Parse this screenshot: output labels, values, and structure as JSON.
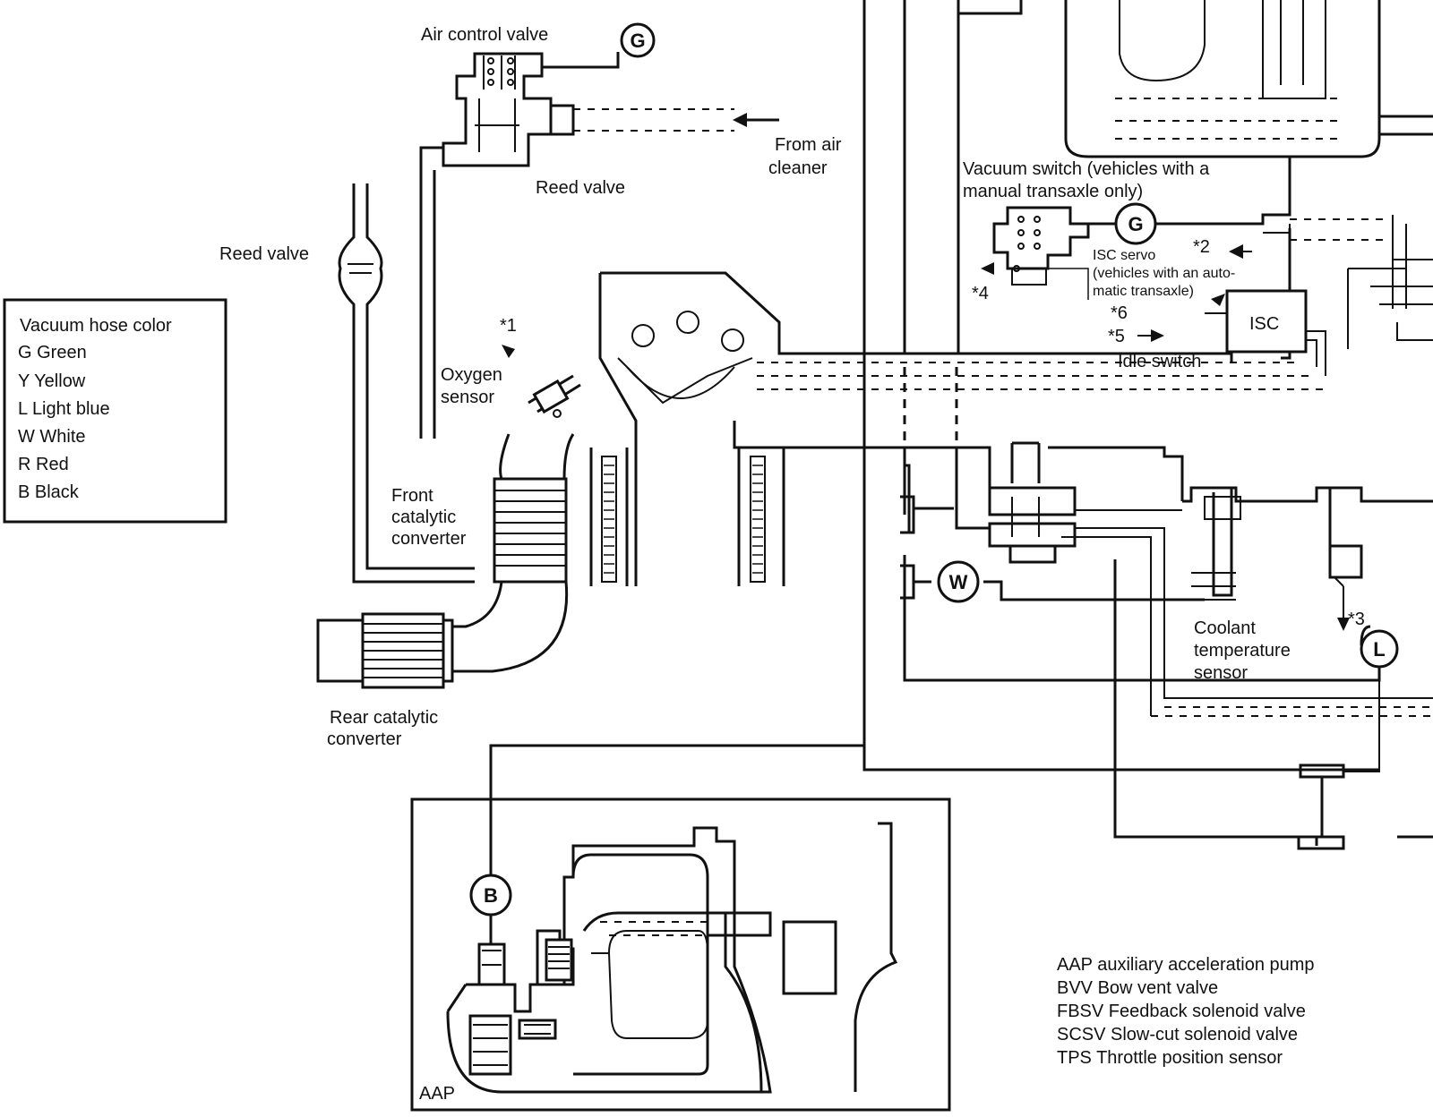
{
  "labels": {
    "air_control_valve": "Air control valve",
    "reed_valve_top": "Reed valve",
    "reed_valve_left": "Reed valve",
    "from_air_cleaner_1": "From air",
    "from_air_cleaner_2": "cleaner",
    "oxygen_sensor_1": "Oxygen",
    "oxygen_sensor_2": "sensor",
    "front_cat_1": "Front",
    "front_cat_2": "catalytic",
    "front_cat_3": "converter",
    "rear_cat_1": "Rear catalytic",
    "rear_cat_2": "converter",
    "vacuum_switch_1": "Vacuum switch (vehicles with a",
    "vacuum_switch_2": "manual transaxle only)",
    "isc_servo_1": "ISC servo",
    "isc_servo_2": "(vehicles with an auto-",
    "isc_servo_3": "matic transaxle)",
    "isc": "ISC",
    "idle_switch": "Idle switch",
    "coolant_1": "Coolant",
    "coolant_2": "temperature",
    "coolant_3": "sensor",
    "aap_inset": "AAP",
    "ref_1": "*1",
    "ref_2": "*2",
    "ref_3": "*3",
    "ref_4": "*4",
    "ref_5": "*5",
    "ref_6": "*6"
  },
  "badges": {
    "g1": "G",
    "g2": "G",
    "w": "W",
    "l": "L",
    "b": "B"
  },
  "hose_legend": {
    "title": "Vacuum hose color",
    "items": [
      "G  Green",
      "Y  Yellow",
      "L  Light blue",
      "W White",
      "R  Red",
      "B  Black"
    ]
  },
  "abbreviations": [
    "AAP  auxiliary acceleration pump",
    "BVV  Bow vent valve",
    "FBSV  Feedback solenoid valve",
    "SCSV  Slow-cut solenoid valve",
    "TPS  Throttle position sensor"
  ]
}
